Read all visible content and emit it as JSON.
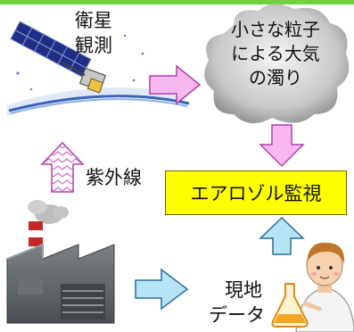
{
  "labels": {
    "satellite_line1": "衛星",
    "satellite_line2": "観測",
    "cloud_line1": "小さな粒子",
    "cloud_line2": "による大気",
    "cloud_line3": "の濁り",
    "uv": "紫外線",
    "monitoring": "エアロゾル監視",
    "ground_line1": "現地",
    "ground_line2": "データ"
  },
  "colors": {
    "pink_arrow": "#f7b8f0",
    "blue_arrow": "#b7e4f5",
    "monitor_box": "#ffff00",
    "top_bar": "#6fd13c",
    "cloud": "#9a9a9a"
  },
  "icons": [
    "satellite-icon",
    "cloud-icon",
    "factory-icon",
    "scientist-icon",
    "flask-icon",
    "uv-arrow-icon"
  ]
}
